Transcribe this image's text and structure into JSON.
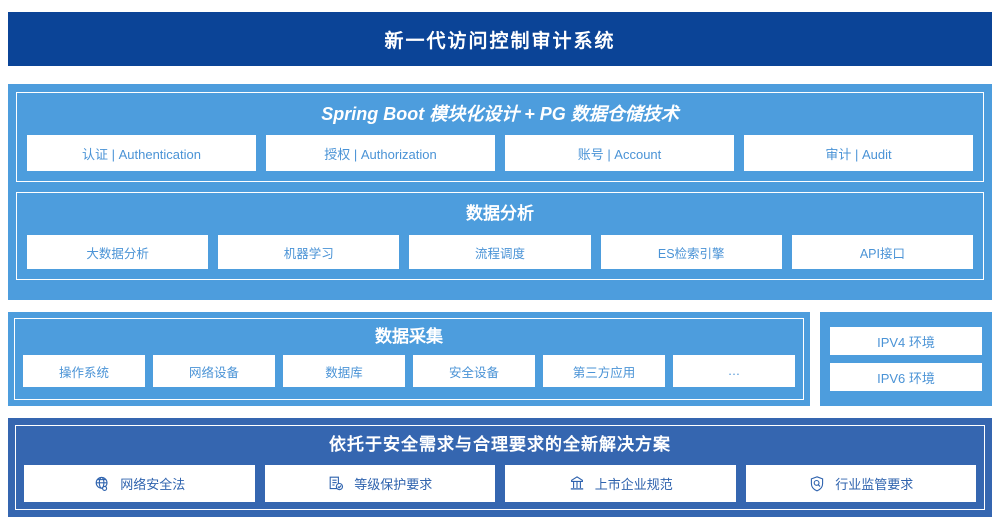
{
  "header": {
    "title": "新一代访问控制审计系统"
  },
  "platform": {
    "panels": [
      {
        "title": "Spring Boot 模块化设计 + PG 数据仓储技术",
        "chips": [
          "认证 | Authentication",
          "授权 | Authorization",
          "账号 | Account",
          "审计 | Audit"
        ]
      },
      {
        "title": "数据分析",
        "chips": [
          "大数据分析",
          "机器学习",
          "流程调度",
          "ES检索引擎",
          "API接口"
        ]
      }
    ]
  },
  "collect": {
    "title": "数据采集",
    "chips": [
      "操作系统",
      "网络设备",
      "数据库",
      "安全设备",
      "第三方应用",
      "…"
    ]
  },
  "environment": {
    "chips": [
      "IPV4 环境",
      "IPV6 环境"
    ]
  },
  "bottom": {
    "title": "依托于安全需求与合理要求的全新解决方案",
    "chips": [
      {
        "label": "网络安全法",
        "icon": "globe-icon"
      },
      {
        "label": "等级保护要求",
        "icon": "document-check-icon"
      },
      {
        "label": "上市企业规范",
        "icon": "bank-icon"
      },
      {
        "label": "行业监管要求",
        "icon": "shield-search-icon"
      }
    ]
  },
  "colors": {
    "header_navy": "#0b4497",
    "section_blue": "#4d9ddd",
    "bottom_blue": "#3566b0",
    "chip_text": "#4a93d6",
    "bottom_chip_text": "#2f63ae",
    "chip_bg": "#ffffff"
  }
}
